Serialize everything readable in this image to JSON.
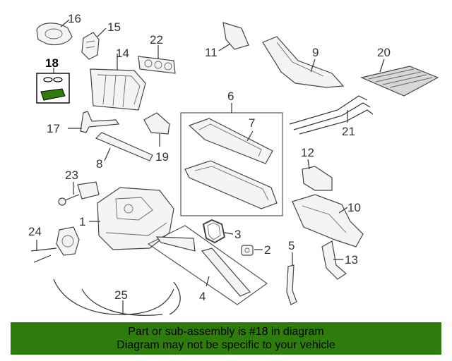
{
  "callouts": {
    "c1": "1",
    "c2": "2",
    "c3": "3",
    "c4": "4",
    "c5": "5",
    "c6": "6",
    "c7": "7",
    "c8": "8",
    "c9": "9",
    "c10": "10",
    "c11": "11",
    "c12": "12",
    "c13": "13",
    "c14": "14",
    "c15": "15",
    "c16": "16",
    "c17": "17",
    "c18": "18",
    "c19": "19",
    "c20": "20",
    "c21": "21",
    "c22": "22",
    "c23": "23",
    "c24": "24",
    "c25": "25"
  },
  "highlight": {
    "part_number": "18",
    "color": "#2e7d0c"
  },
  "banner": {
    "line1": "Part or sub-assembly is #18 in diagram",
    "line2": "Diagram may not be specific to your vehicle",
    "color": "#2e7d0c"
  }
}
